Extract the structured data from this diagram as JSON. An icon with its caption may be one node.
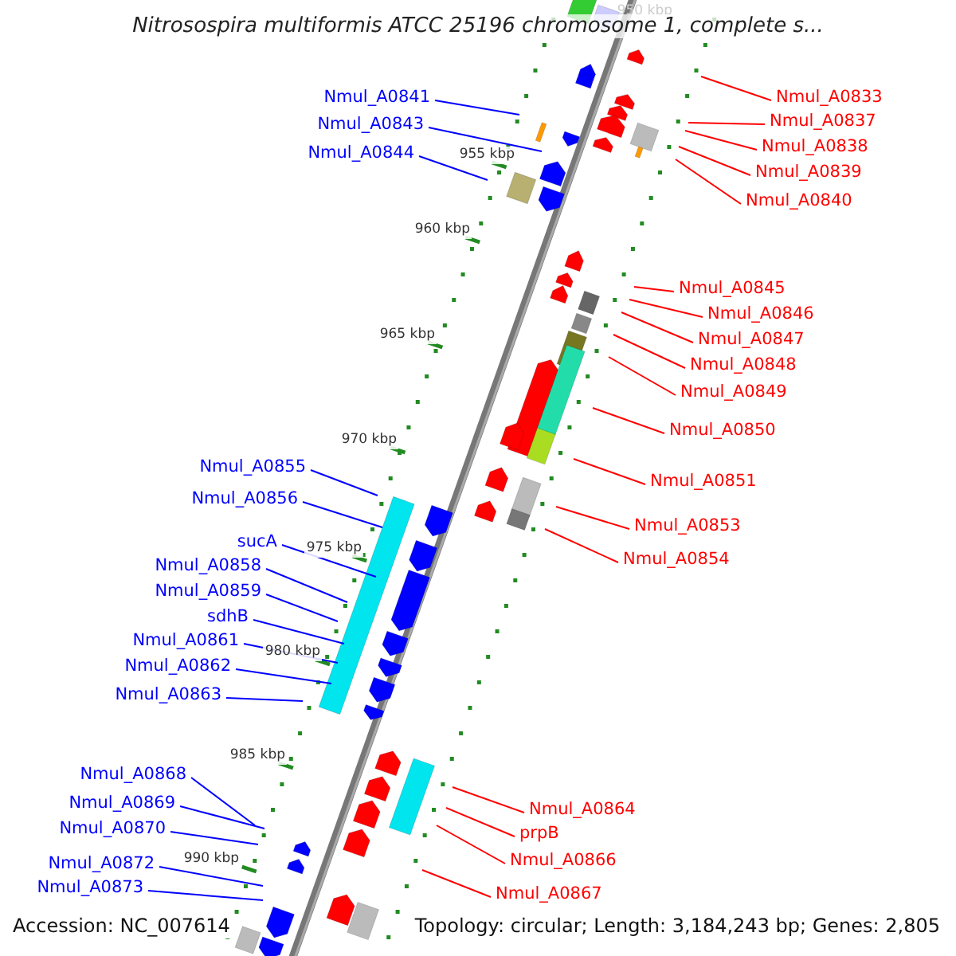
{
  "diagram": {
    "title": "Nitrosospira multiformis ATCC 25196 chromosome 1, complete s...",
    "nodes": [
      {
        "text": [
          "Nmul_A0841"
        ]
      },
      {
        "text": [
          "Nmul_A0843"
        ]
      },
      {
        "text": [
          "Nmul_A0844"
        ]
      },
      {
        "text": [
          "Nmul_A0855"
        ]
      },
      {
        "text": [
          "Nmul_A0856"
        ]
      },
      {
        "text": [
          "sucA"
        ]
      },
      {
        "text": [
          "Nmul_A0858"
        ]
      },
      {
        "text": [
          "Nmul_A0859"
        ]
      },
      {
        "text": [
          "sdhB"
        ]
      },
      {
        "text": [
          "Nmul_A0861"
        ]
      },
      {
        "text": [
          "Nmul_A0862"
        ]
      },
      {
        "text": [
          "Nmul_A0863"
        ]
      },
      {
        "text": [
          "Nmul_A0868"
        ]
      },
      {
        "text": [
          "Nmul_A0869"
        ]
      },
      {
        "text": [
          "Nmul_A0870"
        ]
      },
      {
        "text": [
          "Nmul_A0872"
        ]
      },
      {
        "text": [
          "Nmul_A0873"
        ]
      },
      {
        "text": [
          "Nmul_A0833"
        ]
      },
      {
        "text": [
          "Nmul_A0837"
        ]
      },
      {
        "text": [
          "Nmul_A0838"
        ]
      },
      {
        "text": [
          "Nmul_A0839"
        ]
      },
      {
        "text": [
          "Nmul_A0840"
        ]
      },
      {
        "text": [
          "Nmul_A0845"
        ]
      },
      {
        "text": [
          "Nmul_A0846"
        ]
      },
      {
        "text": [
          "Nmul_A0847"
        ]
      },
      {
        "text": [
          "Nmul_A0848"
        ]
      },
      {
        "text": [
          "Nmul_A0849"
        ]
      },
      {
        "text": [
          "Nmul_A0850"
        ]
      },
      {
        "text": [
          "Nmul_A0851"
        ]
      },
      {
        "text": [
          "Nmul_A0853"
        ]
      },
      {
        "text": [
          "Nmul_A0854"
        ]
      },
      {
        "text": [
          "Nmul_A0864"
        ]
      },
      {
        "text": [
          "prpB"
        ]
      },
      {
        "text": [
          "Nmul_A0866"
        ]
      },
      {
        "text": [
          "Nmul_A0867"
        ]
      }
    ],
    "edges": [
      {
        "from": 0,
        "to": null,
        "arrow": "none",
        "color": "#0000ff"
      },
      {
        "from": 1,
        "to": null,
        "arrow": "none",
        "color": "#0000ff"
      },
      {
        "from": 2,
        "to": null,
        "arrow": "none",
        "color": "#0000ff"
      },
      {
        "from": 3,
        "to": null,
        "arrow": "none",
        "color": "#0000ff"
      },
      {
        "from": 4,
        "to": null,
        "arrow": "none",
        "color": "#0000ff"
      },
      {
        "from": 5,
        "to": null,
        "arrow": "none",
        "color": "#0000ff"
      },
      {
        "from": 6,
        "to": null,
        "arrow": "none",
        "color": "#0000ff"
      },
      {
        "from": 7,
        "to": null,
        "arrow": "none",
        "color": "#0000ff"
      },
      {
        "from": 8,
        "to": null,
        "arrow": "none",
        "color": "#0000ff"
      },
      {
        "from": 9,
        "to": null,
        "arrow": "none",
        "color": "#0000ff"
      },
      {
        "from": 10,
        "to": null,
        "arrow": "none",
        "color": "#0000ff"
      },
      {
        "from": 11,
        "to": null,
        "arrow": "none",
        "color": "#0000ff"
      },
      {
        "from": 12,
        "to": null,
        "arrow": "none",
        "color": "#0000ff"
      },
      {
        "from": 13,
        "to": null,
        "arrow": "none",
        "color": "#0000ff"
      },
      {
        "from": 14,
        "to": null,
        "arrow": "none",
        "color": "#0000ff"
      },
      {
        "from": 15,
        "to": null,
        "arrow": "none",
        "color": "#0000ff"
      },
      {
        "from": 16,
        "to": null,
        "arrow": "none",
        "color": "#0000ff"
      },
      {
        "from": 17,
        "to": null,
        "arrow": "none",
        "color": "#ff0000"
      },
      {
        "from": 18,
        "to": null,
        "arrow": "none",
        "color": "#ff0000"
      },
      {
        "from": 19,
        "to": null,
        "arrow": "none",
        "color": "#ff0000"
      },
      {
        "from": 20,
        "to": null,
        "arrow": "none",
        "color": "#ff0000"
      },
      {
        "from": 21,
        "to": null,
        "arrow": "none",
        "color": "#ff0000"
      },
      {
        "from": 22,
        "to": null,
        "arrow": "none",
        "color": "#ff0000"
      },
      {
        "from": 23,
        "to": null,
        "arrow": "none",
        "color": "#ff0000"
      },
      {
        "from": 24,
        "to": null,
        "arrow": "none",
        "color": "#ff0000"
      },
      {
        "from": 25,
        "to": null,
        "arrow": "none",
        "color": "#ff0000"
      },
      {
        "from": 26,
        "to": null,
        "arrow": "none",
        "color": "#ff0000"
      },
      {
        "from": 27,
        "to": null,
        "arrow": "none",
        "color": "#ff0000"
      },
      {
        "from": 28,
        "to": null,
        "arrow": "none",
        "color": "#ff0000"
      },
      {
        "from": 29,
        "to": null,
        "arrow": "none",
        "color": "#ff0000"
      },
      {
        "from": 30,
        "to": null,
        "arrow": "none",
        "color": "#ff0000"
      },
      {
        "from": 31,
        "to": null,
        "arrow": "none",
        "color": "#ff0000"
      },
      {
        "from": 32,
        "to": null,
        "arrow": "none",
        "color": "#ff0000"
      },
      {
        "from": 33,
        "to": null,
        "arrow": "none",
        "color": "#ff0000"
      },
      {
        "from": 34,
        "to": null,
        "arrow": "none",
        "color": "#ff0000"
      }
    ],
    "labels": [
      "950 kbp",
      "955 kbp",
      "960 kbp",
      "965 kbp",
      "970 kbp",
      "975 kbp",
      "980 kbp",
      "985 kbp",
      "990 kbp",
      "Accession: NC_007614",
      "Topology: circular; Length: 3,184,243 bp; Genes: 2,805"
    ]
  }
}
